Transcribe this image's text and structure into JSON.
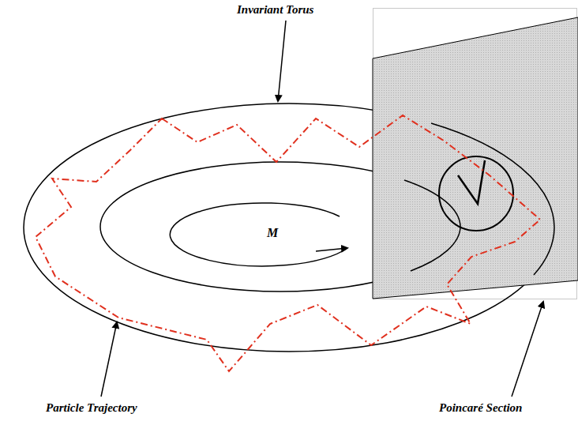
{
  "diagram": {
    "labels": [
      "Invariant Torus",
      "M",
      "Particle Trajectory",
      "Poincaré Section"
    ]
  }
}
